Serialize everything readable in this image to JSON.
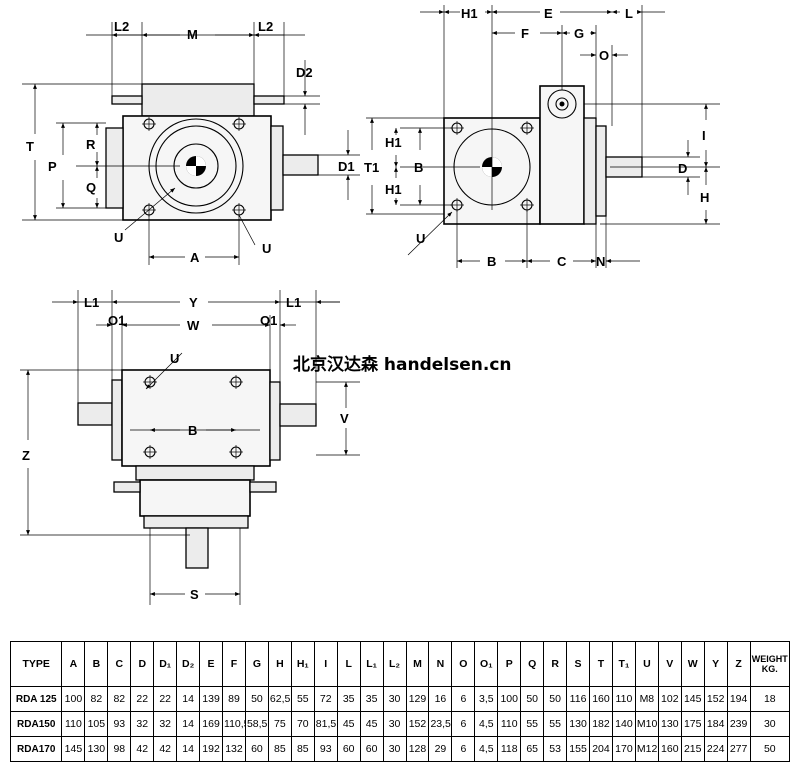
{
  "labels": {
    "front": {
      "l2_left": "L2",
      "m": "M",
      "l2_right": "L2",
      "d2": "D2",
      "t": "T",
      "p": "P",
      "r": "R",
      "q": "Q",
      "d1": "D1",
      "u_left": "U",
      "a": "A",
      "u_right": "U"
    },
    "side": {
      "h1_top": "H1",
      "e": "E",
      "l": "L",
      "f": "F",
      "g": "G",
      "o": "O",
      "i": "I",
      "h1_a": "H1",
      "t1": "T1",
      "b": "B",
      "h1_b": "H1",
      "d": "D",
      "h": "H",
      "u": "U",
      "b_bottom": "B",
      "c": "C",
      "n": "N"
    },
    "top": {
      "l1_left": "L1",
      "y": "Y",
      "l1_right": "L1",
      "o1_left": "O1",
      "w": "W",
      "o1_right": "O1",
      "u": "U",
      "z": "Z",
      "v": "V",
      "b": "B",
      "s": "S"
    }
  },
  "watermark": "北京汉达森 handelsen.cn",
  "table": {
    "headers": [
      "TYPE",
      "A",
      "B",
      "C",
      "D",
      "D₁",
      "D₂",
      "E",
      "F",
      "G",
      "H",
      "H₁",
      "I",
      "L",
      "L₁",
      "L₂",
      "M",
      "N",
      "O",
      "O₁",
      "P",
      "Q",
      "R",
      "S",
      "T",
      "T₁",
      "U",
      "V",
      "W",
      "Y",
      "Z",
      "WEIGHT KG."
    ],
    "rows": [
      [
        "RDA 125",
        "100",
        "82",
        "82",
        "22",
        "22",
        "14",
        "139",
        "89",
        "50",
        "62,5",
        "55",
        "72",
        "35",
        "35",
        "30",
        "129",
        "16",
        "6",
        "3,5",
        "100",
        "50",
        "50",
        "116",
        "160",
        "110",
        "M8",
        "102",
        "145",
        "152",
        "194",
        "18"
      ],
      [
        "RDA150",
        "110",
        "105",
        "93",
        "32",
        "32",
        "14",
        "169",
        "110,5",
        "58,5",
        "75",
        "70",
        "81,5",
        "45",
        "45",
        "30",
        "152",
        "23,5",
        "6",
        "4,5",
        "110",
        "55",
        "55",
        "130",
        "182",
        "140",
        "M10",
        "130",
        "175",
        "184",
        "239",
        "30"
      ],
      [
        "RDA170",
        "145",
        "130",
        "98",
        "42",
        "42",
        "14",
        "192",
        "132",
        "60",
        "85",
        "85",
        "93",
        "60",
        "60",
        "30",
        "128",
        "29",
        "6",
        "4,5",
        "118",
        "65",
        "53",
        "155",
        "204",
        "170",
        "M12",
        "160",
        "215",
        "224",
        "277",
        "50"
      ]
    ]
  }
}
